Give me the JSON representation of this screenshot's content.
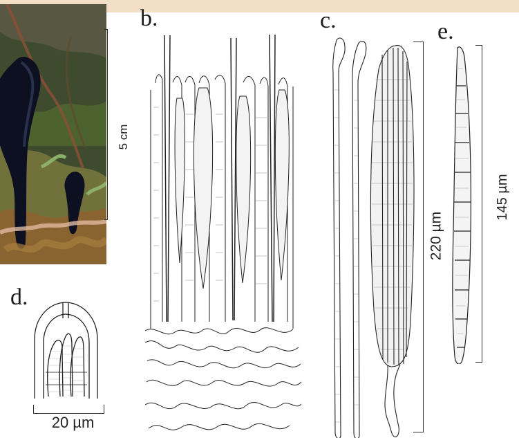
{
  "panels": {
    "b": "b.",
    "c": "c.",
    "d": "d.",
    "e": "e."
  },
  "scales": {
    "photo": "5 cm",
    "c": "220 µm",
    "e": "145 µm",
    "d": "20 µm"
  },
  "icons": {
    "photo": "mushroom-photo-icon",
    "b": "hymenium-cross-section-icon",
    "c": "asci-and-paraphyses-icon",
    "d": "ascus-tip-icon",
    "e": "ascospore-icon"
  },
  "colors": {
    "paper": "#ffffff",
    "ink": "#1d1d1d",
    "page_band": "#f3dfc6",
    "photo_dark": "#0d1020",
    "photo_moss": "#587332"
  }
}
